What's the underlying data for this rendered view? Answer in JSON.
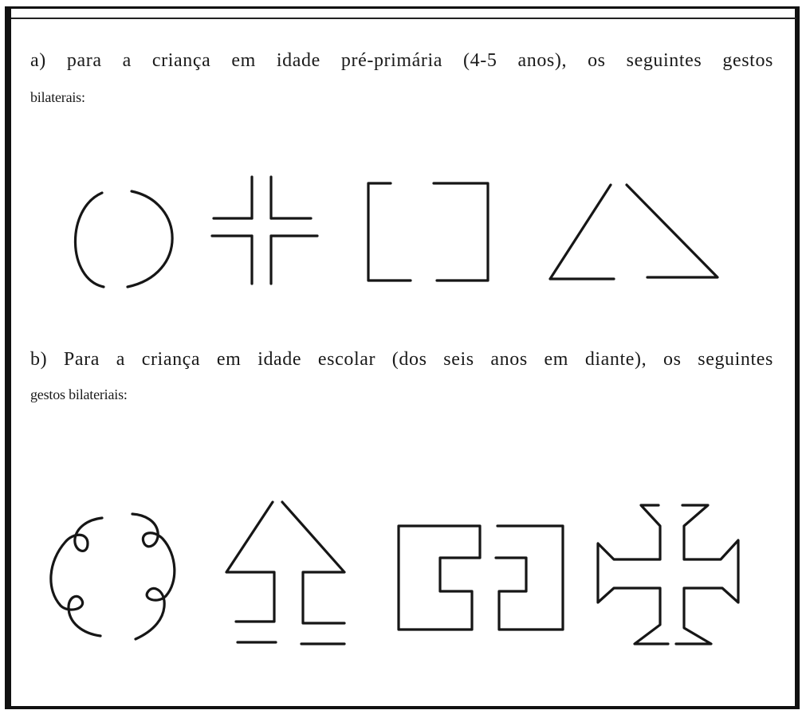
{
  "section_a": {
    "line1": "a) para a criança em idade pré-primária (4-5 anos), os seguintes gestos",
    "line2": "bilaterais:"
  },
  "section_b": {
    "line1": "b) Para a criança em idade escolar (dos seis anos em diante), os seguintes",
    "line2": "gestos bilateriais:"
  },
  "figures": {
    "row_a": [
      "open-circle-figure",
      "double-cross-figure",
      "split-square-figure",
      "split-triangle-figure"
    ],
    "row_b": [
      "looped-parentheses-figure",
      "arrow-with-stem-figure",
      "meander-square-figure",
      "maltese-cross-figure"
    ]
  }
}
